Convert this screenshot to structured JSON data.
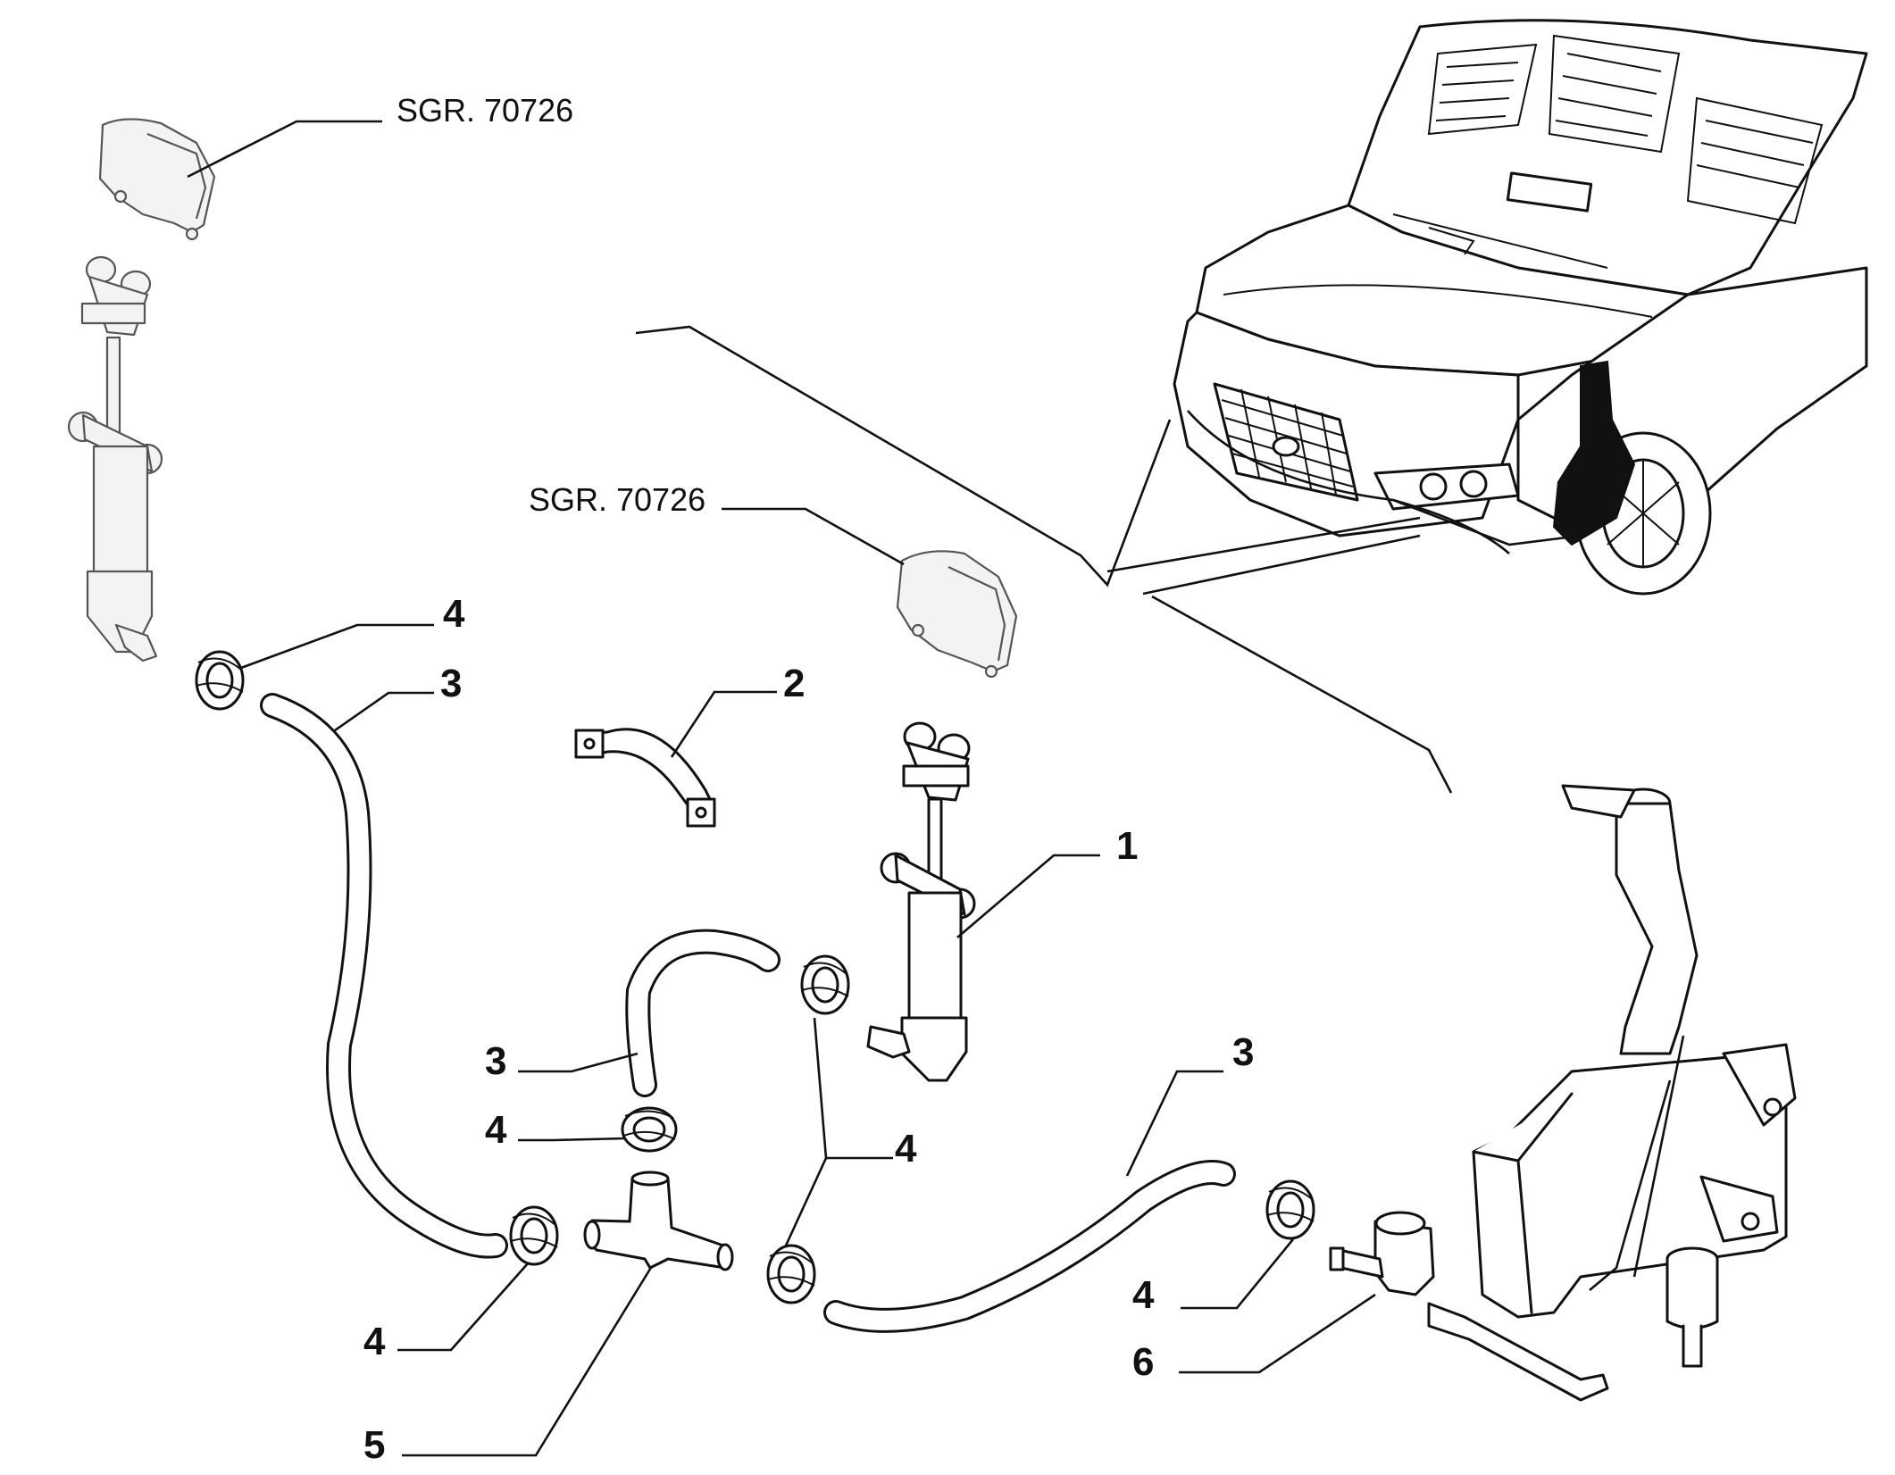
{
  "refs": {
    "sgr_top": "SGR. 70726",
    "sgr_mid": "SGR. 70726"
  },
  "callouts": {
    "c1": "1",
    "c2": "2",
    "c3_left": "3",
    "c3_mid": "3",
    "c3_right": "3",
    "c4_top": "4",
    "c4_mid": "4",
    "c4_right": "4",
    "c4_low_left": "4",
    "c4_low_right": "4",
    "c5": "5",
    "c6": "6"
  }
}
